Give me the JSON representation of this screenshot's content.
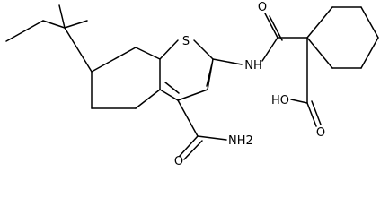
{
  "molecule": {
    "atom_labels": {
      "s": "S",
      "nh": "NH",
      "o_amide_top": "O",
      "o_amide_bottom": "O",
      "nh2": "NH2",
      "ho": "HO",
      "o_acid": "O"
    }
  }
}
